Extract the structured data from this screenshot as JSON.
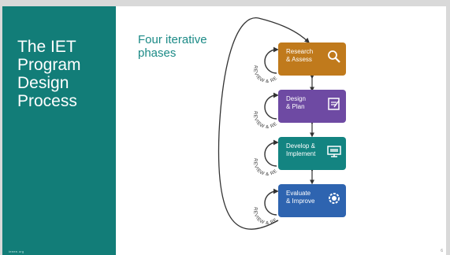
{
  "sidebar": {
    "title": "The IET\nProgram\nDesign\nProcess",
    "footer": "ieeee.org"
  },
  "subtitle": "Four iterative\nphases",
  "colors": {
    "sidebar": "#127d78",
    "research": "#c07a1c",
    "design": "#6e4aa3",
    "develop": "#138481",
    "evaluate": "#2e64b0",
    "arrows": "#333333"
  },
  "phases": [
    {
      "label": "Research\n& Assess",
      "icon": "magnifier-icon",
      "color": "#c07a1c"
    },
    {
      "label": "Design\n& Plan",
      "icon": "clipboard-icon",
      "color": "#6e4aa3"
    },
    {
      "label": "Develop &\nImplement",
      "icon": "monitor-icon",
      "color": "#138481"
    },
    {
      "label": "Evaluate\n& Improve",
      "icon": "gear-icon",
      "color": "#2e64b0"
    }
  ],
  "review_revise_label": "REVIEW & REVISE",
  "page_number": "6"
}
